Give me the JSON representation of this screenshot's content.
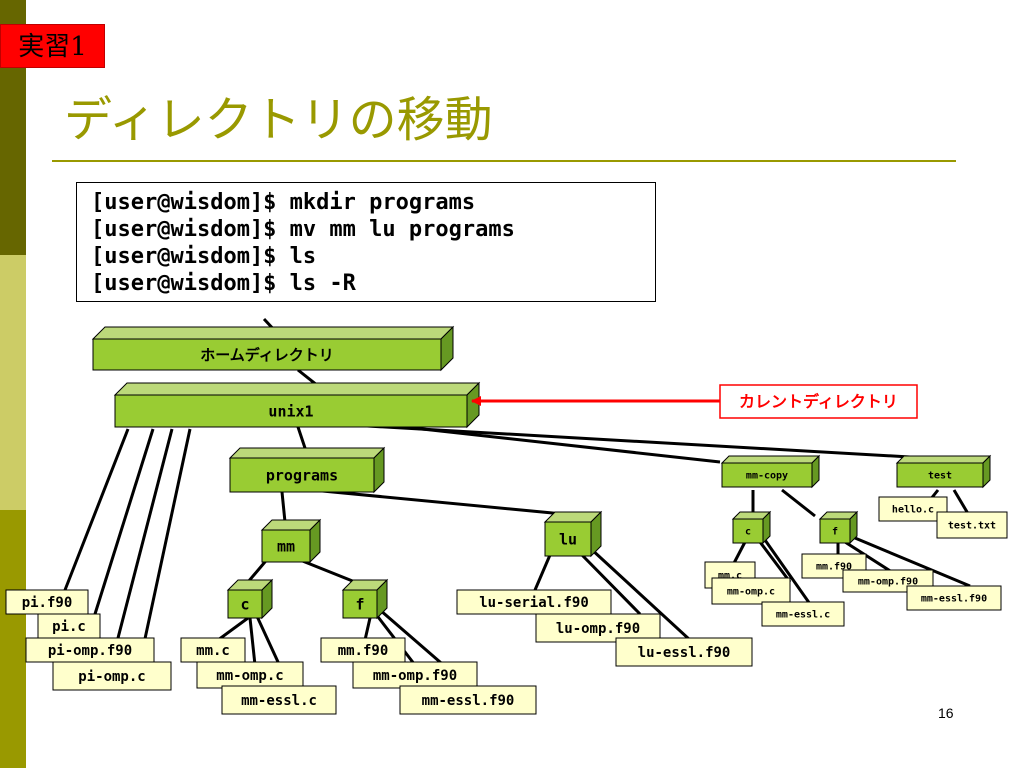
{
  "tag": "実習1",
  "title": "ディレクトリの移動",
  "terminal_lines": [
    "[user@wisdom]$ mkdir programs",
    "[user@wisdom]$ mv mm lu programs",
    "[user@wisdom]$ ls",
    "[user@wisdom]$ ls -R"
  ],
  "current_dir_label": "カレントディレクトリ",
  "slide_number": "16",
  "colors": {
    "accent": "#999900",
    "dir_fill": "#99cc33",
    "file_fill": "#ffffcc",
    "arrow": "#ff0000",
    "sidebar_dark": "#666600",
    "sidebar_light": "#cccc66"
  },
  "nodes": {
    "home": "ホームディレクトリ",
    "unix1": "unix1",
    "programs": "programs",
    "mm_copy": "mm-copy",
    "test": "test",
    "mm": "mm",
    "lu": "lu",
    "c1": "c",
    "f1": "f",
    "c2": "c",
    "f2": "f",
    "pi_f90": "pi.f90",
    "pi_c": "pi.c",
    "pi_omp_f90": "pi-omp.f90",
    "pi_omp_c": "pi-omp.c",
    "mm_c": "mm.c",
    "mm_omp_c": "mm-omp.c",
    "mm_essl_c": "mm-essl.c",
    "mm_f90": "mm.f90",
    "mm_omp_f90": "mm-omp.f90",
    "mm_essl_f90": "mm-essl.f90",
    "lu_serial": "lu-serial.f90",
    "lu_omp": "lu-omp.f90",
    "lu_essl": "lu-essl.f90",
    "hello_c": "hello.c",
    "test_txt": "test.txt",
    "s_mm_c": "mm.c",
    "s_mm_omp_c": "mm-omp.c",
    "s_mm_essl_c": "mm-essl.c",
    "s_mm_f90": "mm.f90",
    "s_mm_omp_f90": "mm-omp.f90",
    "s_mm_essl_f90": "mm-essl.f90"
  }
}
